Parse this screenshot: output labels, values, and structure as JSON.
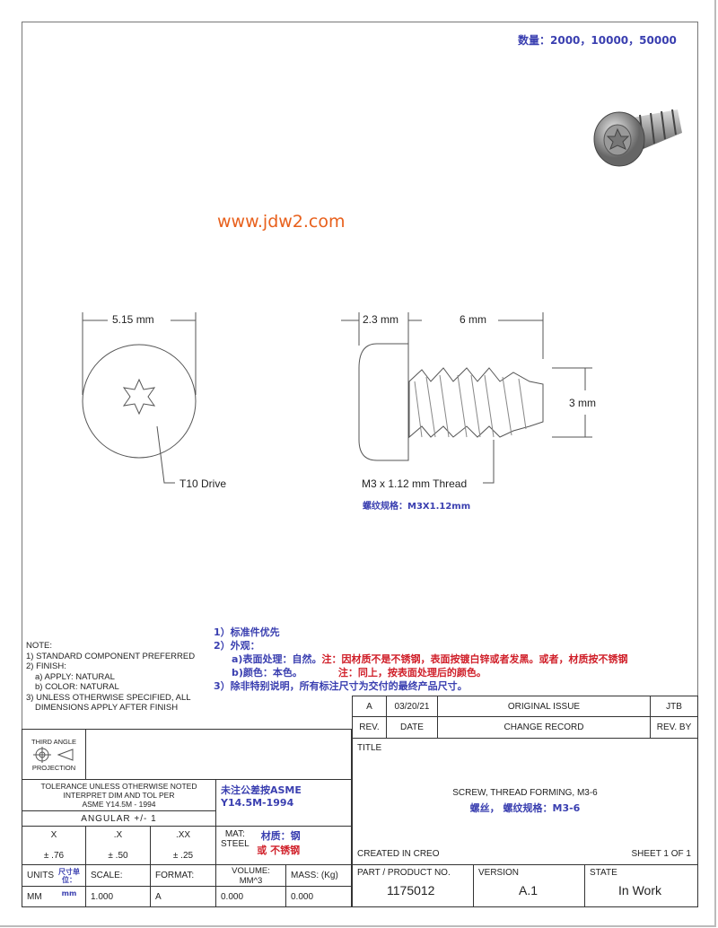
{
  "quantity": "数量：2000，10000，50000",
  "watermark": "www.jdw2.com",
  "front_view": {
    "dim_width": "5.15 mm",
    "drive_label": "T10 Drive"
  },
  "side_view": {
    "dim_head": "2.3 mm",
    "dim_length": "6 mm",
    "dim_dia": "3 mm",
    "thread_label": "M3 x 1.12 mm Thread",
    "thread_label_cn": "螺纹规格：M3X1.12mm"
  },
  "notes_en": [
    "NOTE:",
    "1) STANDARD COMPONENT PREFERRED",
    "2) FINISH:",
    "a) APPLY: NATURAL",
    "b) COLOR: NATURAL",
    "3) UNLESS OTHERWISE SPECIFIED, ALL",
    "DIMENSIONS APPLY AFTER FINISH"
  ],
  "notes_cn": {
    "n1": "1）标准件优先",
    "n2": "2）外观：",
    "a_label": "a)表面处理：自然。",
    "a_note": "注：因材质不是不锈钢，表面按镀白锌或者发黑。或者，材质按不锈钢",
    "b_label": "b)颜色：本色。",
    "b_note": "注：同上，按表面处理后的颜色。",
    "n3": "3）除非特别说明，所有标注尺寸为交付的最终产品尺寸。"
  },
  "rev_table": {
    "rev": "A",
    "date": "03/20/21",
    "record": "ORIGINAL ISSUE",
    "by": "JTB",
    "h_rev": "REV.",
    "h_date": "DATE",
    "h_record": "CHANGE RECORD",
    "h_by": "REV. BY"
  },
  "projection": {
    "top": "THIRD ANGLE",
    "bottom": "PROJECTION"
  },
  "tolerance": {
    "l1": "TOLERANCE UNLESS OTHERWISE NOTED",
    "l2": "INTERPRET DIM AND TOL PER",
    "l3": "ASME Y14.5M - 1994",
    "cn1": "未注公差按ASME",
    "cn2": "Y14.5M-1994",
    "angular": "ANGULAR +/- 1",
    "cols": [
      {
        "h": "X",
        "v": "± .76"
      },
      {
        "h": ".X",
        "v": "± .50"
      },
      {
        "h": ".XX",
        "v": "± .25"
      }
    ]
  },
  "material": {
    "label": "MAT:",
    "value": "STEEL",
    "cn1": "材质：钢",
    "cn2": "或 不锈钢"
  },
  "units": {
    "label": "UNITS",
    "cn": "尺寸单位：",
    "value": "MM",
    "cn_value": "mm",
    "scale_label": "SCALE:",
    "scale": "1.000",
    "format_label": "FORMAT:",
    "format": "A",
    "volume_label": "VOLUME: MM^3",
    "volume": "0.000",
    "mass_label": "MASS: (Kg)",
    "mass": "0.000"
  },
  "title_block": {
    "title_label": "TITLE",
    "title": "SCREW, THREAD FORMING, M3-6",
    "title_cn": "螺丝，  螺纹规格：M3-6",
    "created": "CREATED IN CREO",
    "sheet": "SHEET 1 OF 1",
    "part_label": "PART / PRODUCT NO.",
    "part": "1175012",
    "version_label": "VERSION",
    "version": "A.1",
    "state_label": "STATE",
    "state": "In Work"
  }
}
